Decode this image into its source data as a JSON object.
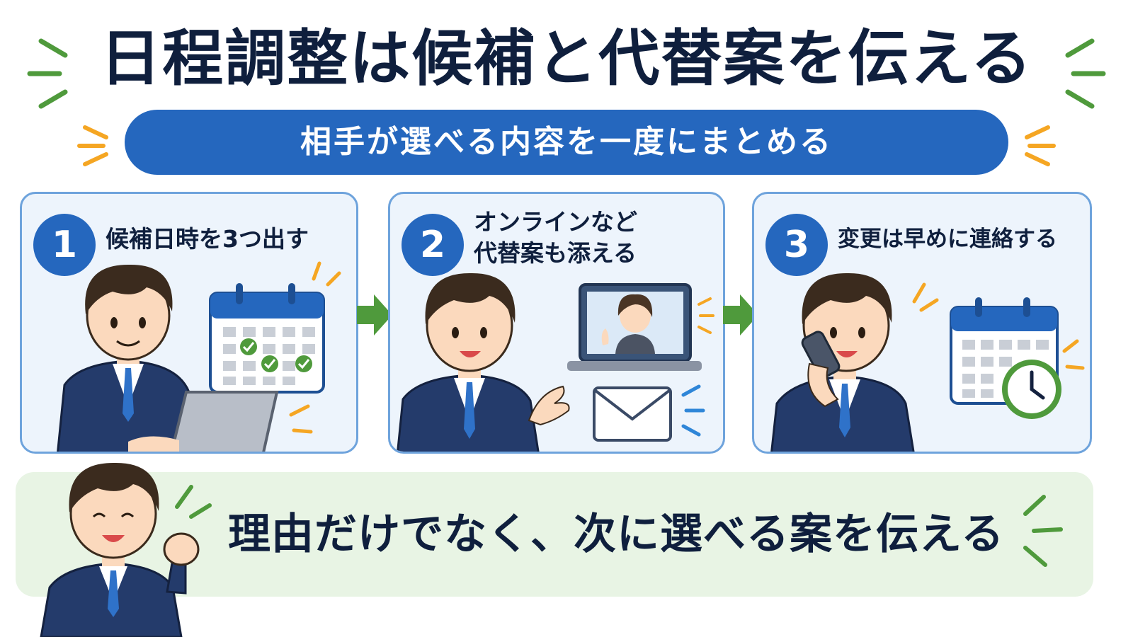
{
  "title": "日程調整は候補と代替案を伝える",
  "subtitle": "相手が選べる内容を一度にまとめる",
  "steps": [
    {
      "number": "1",
      "text": "候補日時を3つ出す"
    },
    {
      "number": "2",
      "text": "オンラインなど\n代替案も添える"
    },
    {
      "number": "3",
      "text": "変更は早めに連絡する"
    }
  ],
  "bottom_message": "理由だけでなく、次に選べる案を伝える",
  "colors": {
    "navy": "#0f1f3d",
    "blue": "#2567be",
    "panel_bg": "#edf4fc",
    "panel_border": "#6ea3dc",
    "green": "#4f9a3c",
    "orange": "#f5a623",
    "bottom_bg": "#e8f4e4"
  }
}
